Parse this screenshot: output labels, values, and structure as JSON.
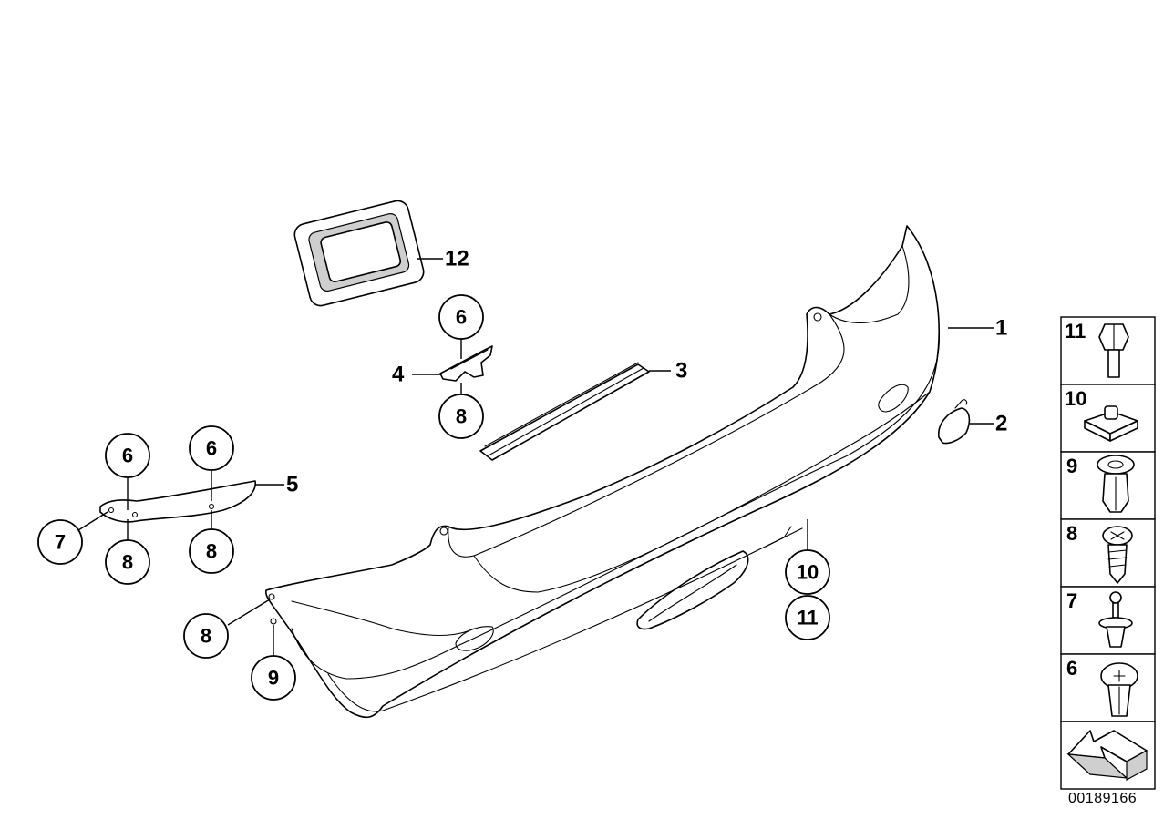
{
  "diagram": {
    "diagram_id": "00189166",
    "callouts": {
      "bumper": "1",
      "cover_right": "2",
      "strip_top": "3",
      "bracket_small": "4",
      "bracket_left": "5",
      "bracket_small_top": "6",
      "bracket_small_bottom": "8",
      "bracket_left_6a": "6",
      "bracket_left_6b": "6",
      "bracket_left_7": "7",
      "bracket_left_8a": "8",
      "bracket_left_8b": "8",
      "bumper_left_8": "8",
      "bumper_left_9": "9",
      "bumper_bottom_10": "10",
      "bumper_bottom_11": "11",
      "reflector": "12"
    },
    "legend": [
      {
        "num": "11",
        "icon": "hex-bolt-icon"
      },
      {
        "num": "10",
        "icon": "clip-nut-icon"
      },
      {
        "num": "9",
        "icon": "expanding-rivet-icon"
      },
      {
        "num": "8",
        "icon": "screw-icon"
      },
      {
        "num": "7",
        "icon": "push-pin-icon"
      },
      {
        "num": "6",
        "icon": "expanding-clip-icon"
      },
      {
        "num": "",
        "icon": "direction-arrow-icon"
      }
    ]
  }
}
